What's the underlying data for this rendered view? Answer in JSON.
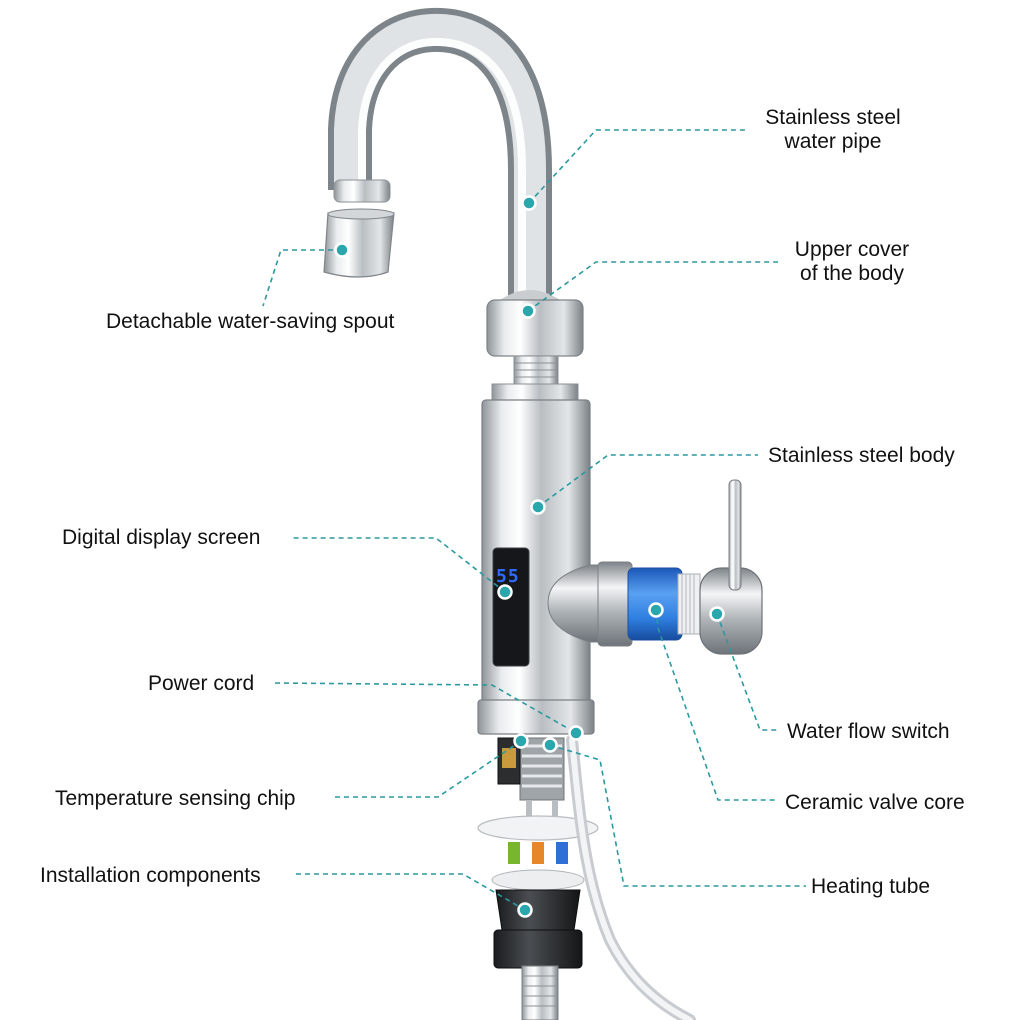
{
  "colors": {
    "leader": "#2a9aa0",
    "dot": "#2aa7ad",
    "valve_blue": "#2f7fe0",
    "display_digits": "#2f6bff",
    "chrome": "#c4c8cc"
  },
  "display_reading": "55",
  "labels": {
    "water_pipe": "Stainless steel\nwater pipe",
    "upper_cover": "Upper cover\nof the body",
    "spout": "Detachable water-saving spout",
    "body": "Stainless steel body",
    "display": "Digital display screen",
    "power_cord": "Power cord",
    "water_flow_switch": "Water flow switch",
    "temperature_chip": "Temperature sensing chip",
    "ceramic_valve": "Ceramic valve core",
    "installation": "Installation components",
    "heating_tube": "Heating tube"
  }
}
